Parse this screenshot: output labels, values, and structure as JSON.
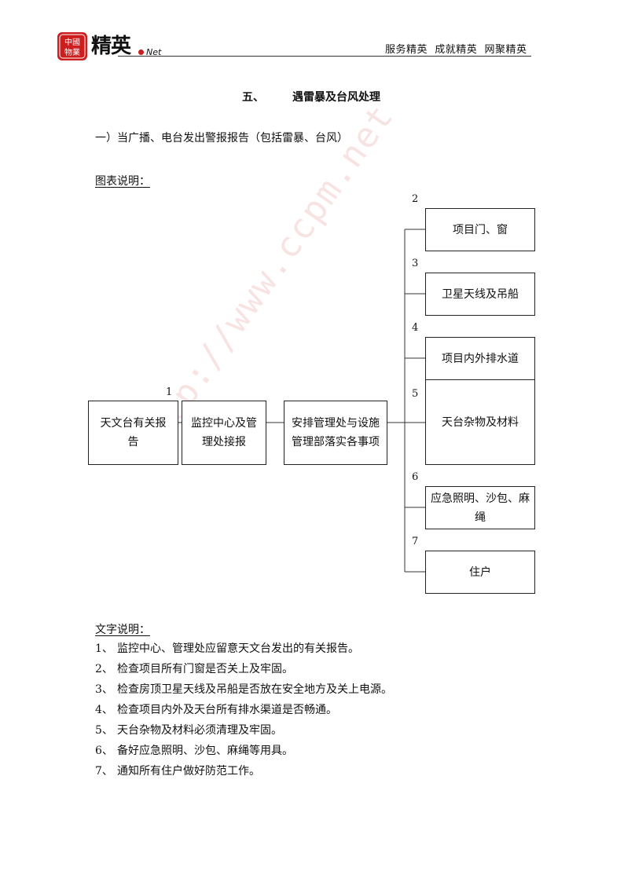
{
  "header": {
    "logo_seal_text": "中國物業",
    "logo_word": "精英",
    "logo_suffix": "Net",
    "slogan": "服务精英  成就精英  网聚精英"
  },
  "watermark": "http://www.ccpm.net",
  "section": {
    "number": "五、",
    "title": "遇雷暴及台风处理"
  },
  "subheading": "一）当广播、电台发出警报报告（包括雷暴、台风）",
  "diagram_label": "图表说明：",
  "flowchart": {
    "nodes": {
      "observatory": "天文台有关报告",
      "control_center": "监控中心及管理处接报",
      "arrange": "安排管理处与设施管理部落实各事项"
    },
    "step_one_number": "1",
    "branches": [
      {
        "number": "2",
        "label": "项目门、窗"
      },
      {
        "number": "3",
        "label": "卫星天线及吊船"
      },
      {
        "number": "4",
        "label": "项目内外排水道"
      },
      {
        "number": "5",
        "label": "天台杂物及材料"
      },
      {
        "number": "6",
        "label": "应急照明、沙包、麻绳"
      },
      {
        "number": "7",
        "label": "住户"
      }
    ]
  },
  "text_label": "文字说明：",
  "items": [
    {
      "num": "1、",
      "text": "监控中心、管理处应留意天文台发出的有关报告。"
    },
    {
      "num": "2、",
      "text": "检查项目所有门窗是否关上及牢固。"
    },
    {
      "num": "3、",
      "text": "检查房顶卫星天线及吊船是否放在安全地方及关上电源。"
    },
    {
      "num": "4、",
      "text": "检查项目内外及天台所有排水渠道是否畅通。"
    },
    {
      "num": "5、",
      "text": "天台杂物及材料必须清理及牢固。"
    },
    {
      "num": "6、",
      "text": "备好应急照明、沙包、麻绳等用具。"
    },
    {
      "num": "7、",
      "text": "通知所有住户做好防范工作。"
    }
  ]
}
